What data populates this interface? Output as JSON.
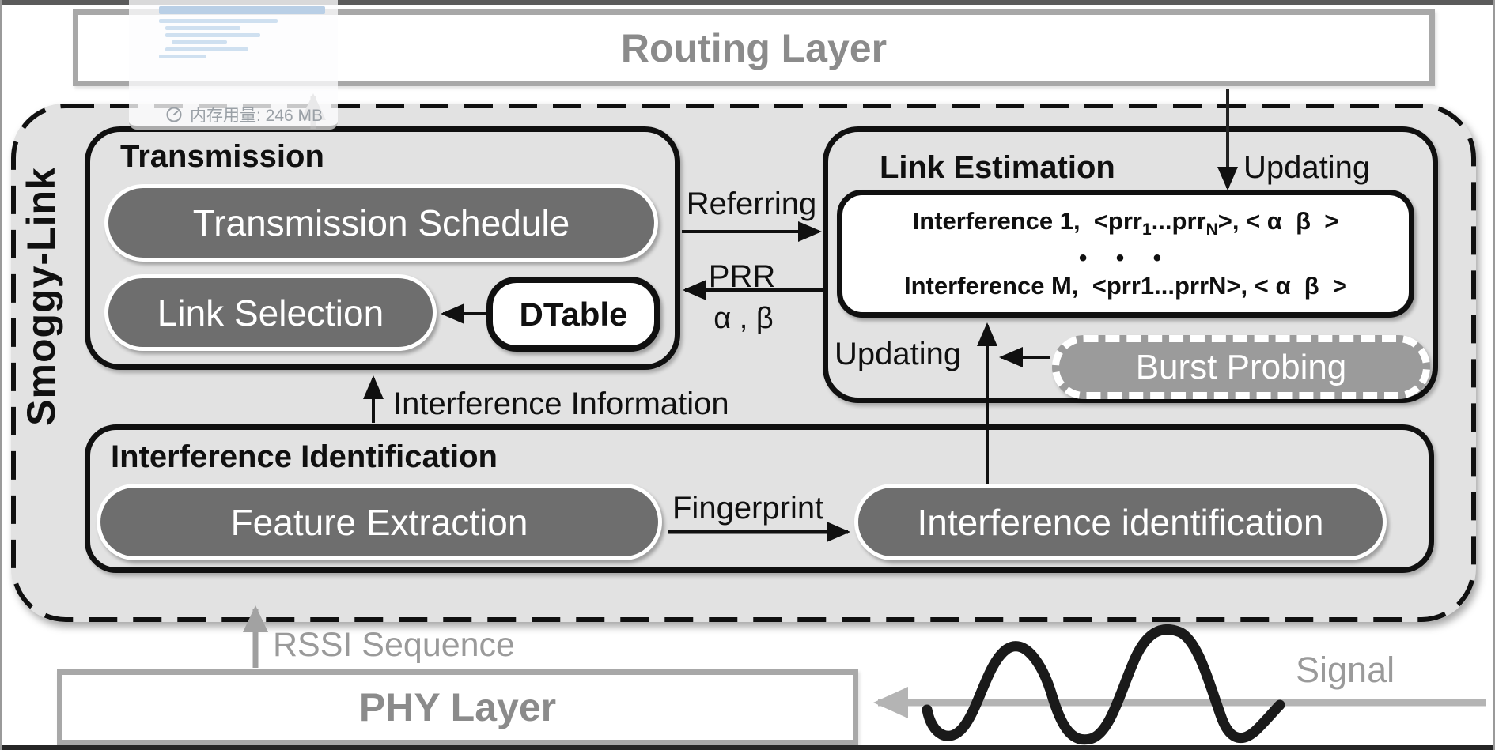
{
  "routing_layer": {
    "label": "Routing Layer"
  },
  "phy_layer": {
    "label": "PHY Layer"
  },
  "smoggy_link": {
    "label": "Smoggy-Link"
  },
  "transmission": {
    "title": "Transmission",
    "schedule_label": "Transmission Schedule",
    "link_selection_label": "Link Selection",
    "dtable_label": "DTable"
  },
  "link_estimation": {
    "title": "Link Estimation",
    "updating_top_label": "Updating",
    "updating_bottom_label": "Updating",
    "burst_probing_label": "Burst Probing",
    "table": {
      "row1": {
        "seg1": "Interference 1,  <prr",
        "sub1": "1",
        "seg2": "...prr",
        "sub2": "N",
        "seg3": ">, < α  β  >"
      },
      "dots": "• • •",
      "row2": "Interference M,  <prr1...prrN>, < α  β  >"
    }
  },
  "interference_identification": {
    "title": "Interference Identification",
    "feature_extraction_label": "Feature Extraction",
    "identification_label": "Interference identification"
  },
  "labels": {
    "referring": "Referring",
    "prr": "PRR",
    "alpha_beta": "α , β",
    "interference_information": "Interference Information",
    "fingerprint": "Fingerprint",
    "rssi_sequence": "RSSI Sequence",
    "signal": "Signal"
  },
  "overlay_tooltip": {
    "memory_text": "内存用量: 246 MB"
  },
  "colors": {
    "container_fill": "#e2e2e2",
    "dark_pill": "#6e6e6e",
    "burst_pill": "#9b9b9b",
    "gray_border": "#a8a8a8",
    "gray_text": "#8b8b8b",
    "black_line": "#101010",
    "gray_arrow": "#a2a2a2",
    "tooltip_text": "#9aa0a6",
    "code_line_blue": "#b9cfe6"
  }
}
